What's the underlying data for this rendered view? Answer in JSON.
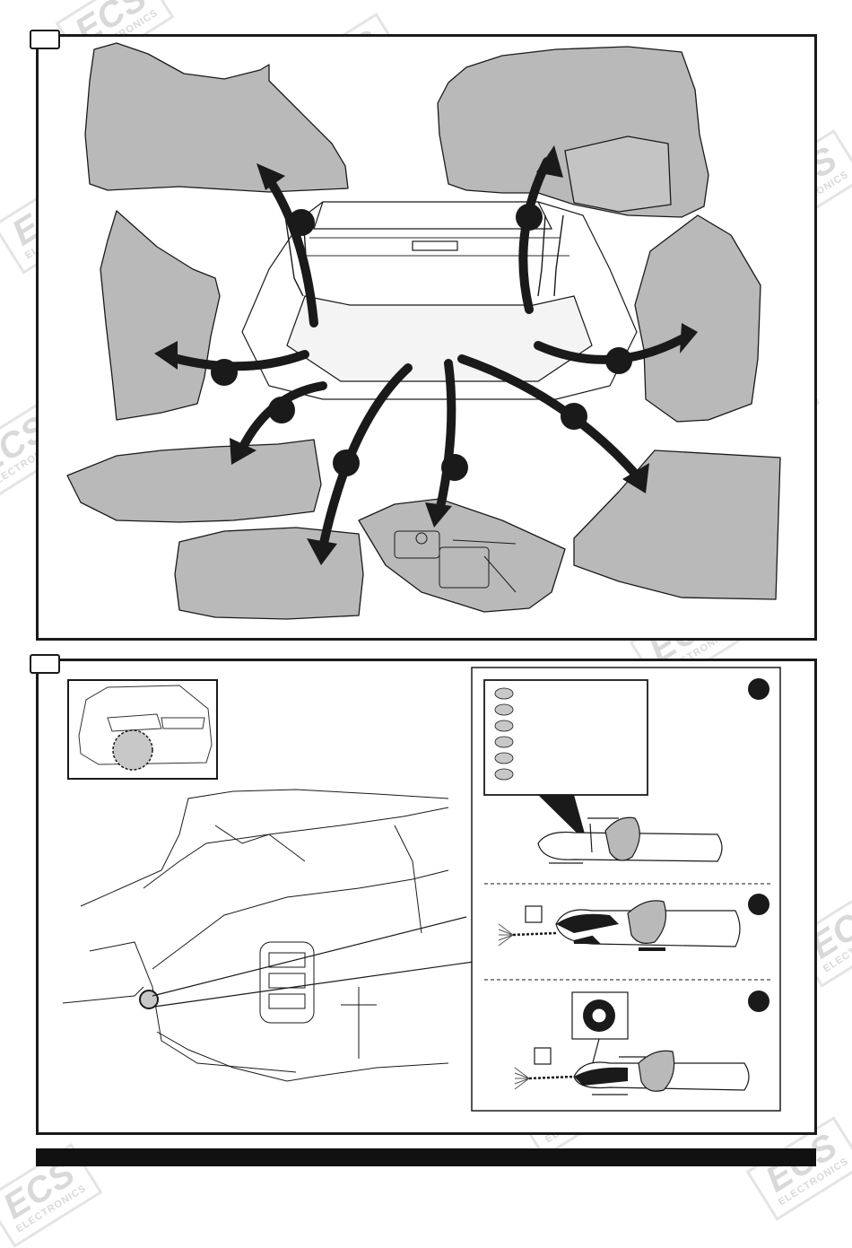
{
  "watermark": {
    "main": "ECS",
    "sub": "ELECTRONICS"
  },
  "colors": {
    "part_fill": "#b9b9b9",
    "outline": "#1a1a1a",
    "arrow": "#1a1a1a",
    "swatch": "#c8c8c8"
  },
  "step1": {
    "icons": [
      "trunk-panel-removal-arrows"
    ]
  },
  "step2": {
    "icons": [
      "car-rear-view-icon",
      "grommet-icon",
      "tape-roll-icon"
    ]
  }
}
